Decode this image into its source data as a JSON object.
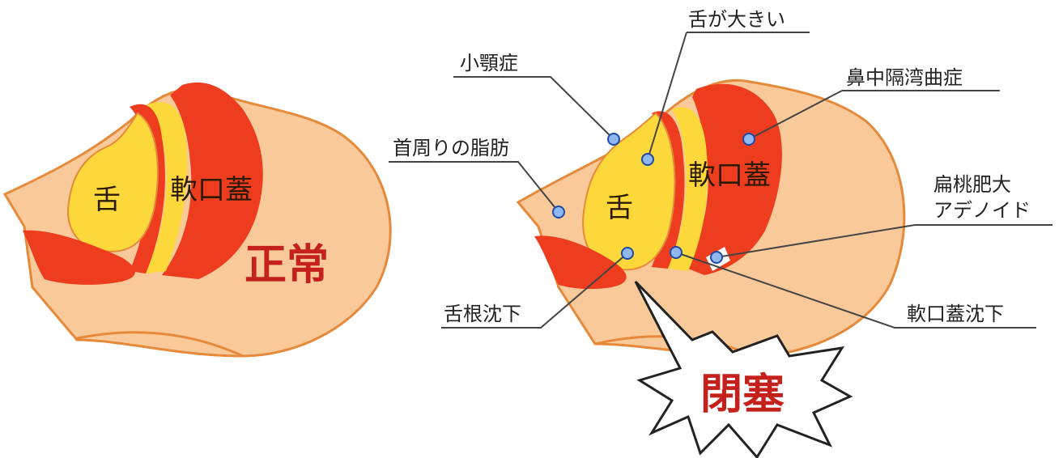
{
  "colors": {
    "skin": "#f9c99a",
    "skin_outline": "#e58a3a",
    "soft_palate": "#ee3c1e",
    "tongue": "#fcd83a",
    "marker_fill": "#8fb8ef",
    "marker_stroke": "#1f4aa8",
    "label_red": "#c4201c",
    "leader": "#444444"
  },
  "normal": {
    "tongue_label": "舌",
    "soft_palate_label": "軟口蓋",
    "status_label": "正常"
  },
  "obstructed": {
    "tongue_label": "舌",
    "soft_palate_label": "軟口蓋",
    "status_label": "閉塞",
    "callouts": {
      "large_tongue": "舌が大きい",
      "micrognathia": "小顎症",
      "deviated_septum": "鼻中隔湾曲症",
      "neck_fat": "首周りの脂肪",
      "tonsil_line1": "扁桃肥大",
      "tonsil_line2": "アデノイド",
      "tongue_base": "舌根沈下",
      "soft_palate_drop": "軟口蓋沈下"
    }
  }
}
